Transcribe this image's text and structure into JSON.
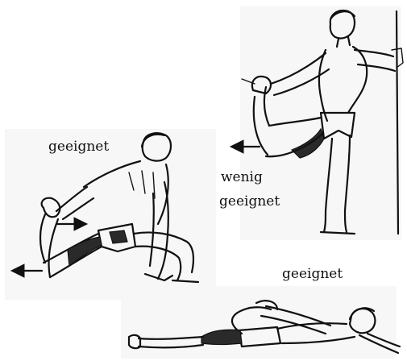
{
  "figures": {
    "standing_stretch": {
      "label_line1": "wenig",
      "label_line2": "geeignet"
    },
    "lunge_stretch": {
      "label": "geeignet"
    },
    "prone_stretch": {
      "label": "geeignet"
    }
  },
  "colors": {
    "ink": "#111111",
    "panel_background": "#ffffff",
    "page_background": "#ffffff"
  }
}
